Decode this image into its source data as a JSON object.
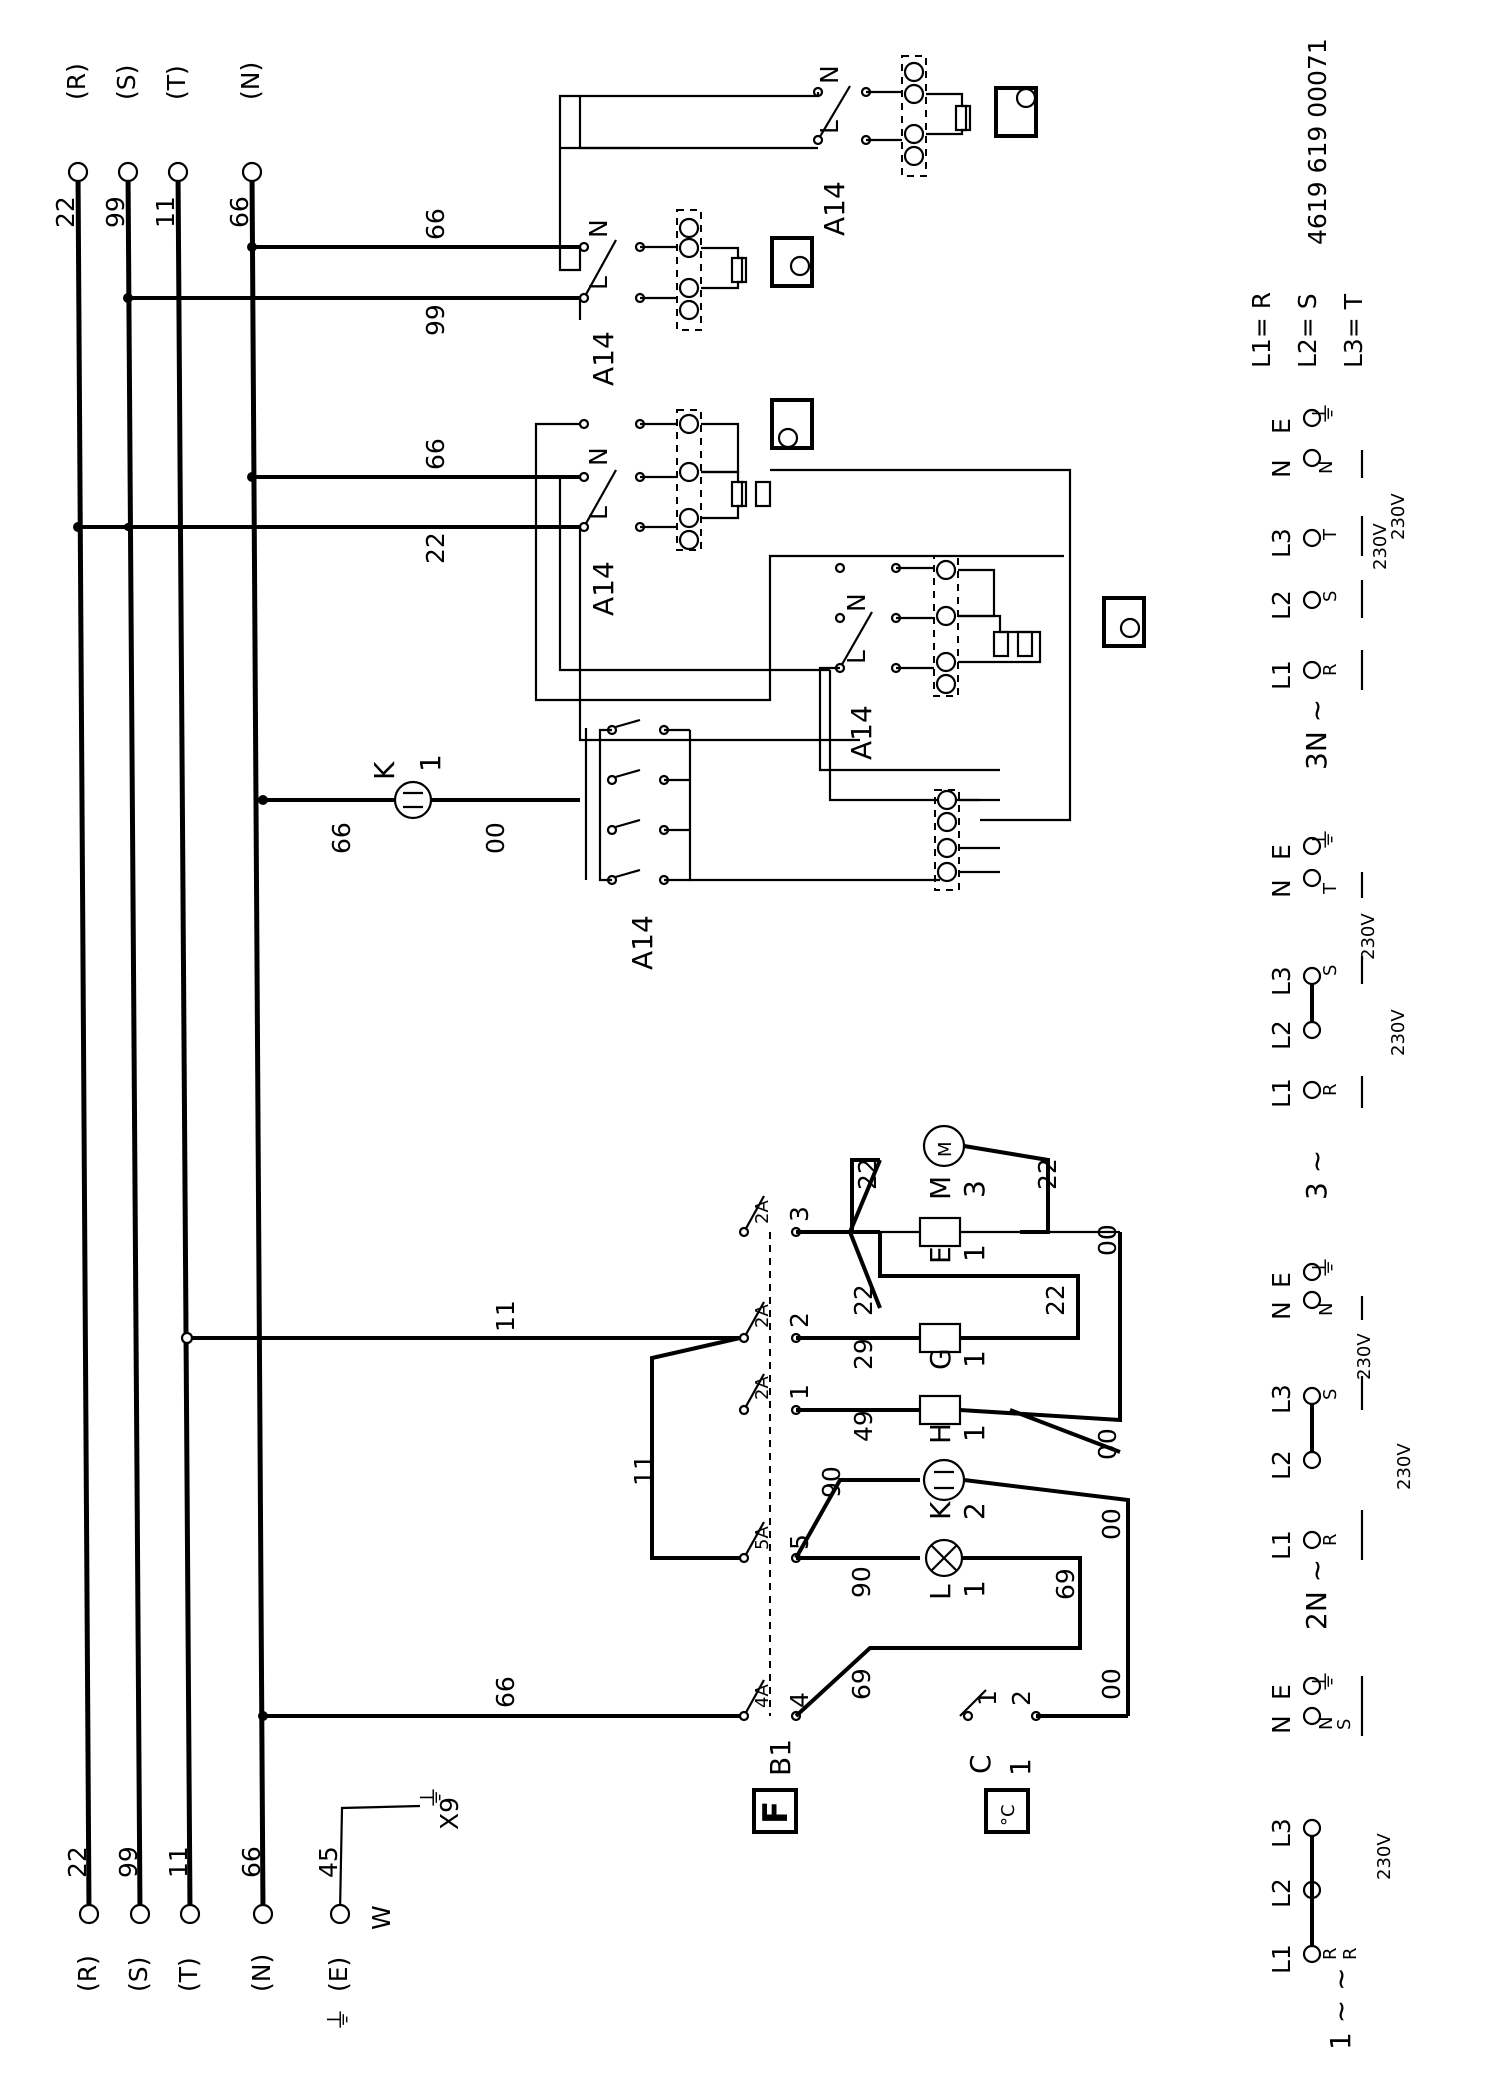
{
  "doc_number": "4619 619 00071",
  "bus_top": [
    "(R)",
    "(S)",
    "(T)",
    "(N)"
  ],
  "bus_bottom": [
    "(R)",
    "(S)",
    "(T)",
    "(N)",
    "(E)"
  ],
  "bus_numbers": [
    "22",
    "99",
    "11",
    "66",
    "45"
  ],
  "earth_symbol": "⏚",
  "earth_bottom": "W",
  "earth_tap": "X9",
  "wire_numbers": {
    "w66_a": "66",
    "w99_a": "99",
    "w66_b": "66",
    "w22_b": "22",
    "w66_k": "66",
    "w00_k": "00",
    "w11_main": "11",
    "w11_loop": "11",
    "w66_b1": "66",
    "w90_a": "90",
    "w90_b": "90",
    "w69_a": "69",
    "w69_b": "69",
    "w49": "49",
    "w29": "29",
    "w22_g": "22",
    "w22_e": "22",
    "w22_m1": "22",
    "w22_m2": "22",
    "w00_m": "00",
    "w00_h": "00",
    "w00_k2": "00",
    "w00_c": "00"
  },
  "labels": {
    "a14_1": "A14",
    "a14_2": "A14",
    "a14_3": "A14",
    "a14_4": "A14",
    "a14_5": "A14",
    "n": "N",
    "l": "L",
    "k1_letter": "K",
    "k1_num": "1",
    "k2_letter": "K",
    "k2_num": "2",
    "m3_letter": "M",
    "m3_num": "3",
    "m_symbol": "M",
    "e1_letter": "E",
    "e1_num": "1",
    "g1_letter": "G",
    "g1_num": "1",
    "h1_letter": "H",
    "h1_num": "1",
    "l1_letter": "L",
    "l1_num": "1",
    "b1": "B1",
    "c1_letter": "C",
    "c1_num": "1",
    "sw_2a": "2A",
    "sw_5a": "5A",
    "sw_4a": "4A",
    "sw_n1": "1",
    "sw_n2": "2",
    "sw_n3": "3",
    "sw_n4": "4",
    "sw_n5": "5",
    "c_n1": "1",
    "c_n2": "2",
    "f_box": "F",
    "c_box": "°C",
    "t1": "1",
    "t2": "2",
    "t3": "3",
    "t4": "4"
  },
  "bottom_block": {
    "l1": "L1",
    "l2": "L2",
    "l3": "L3",
    "n": "N",
    "e": "E",
    "r": "R",
    "s": "S",
    "t": "T",
    "v230": "230V",
    "cfg_1n": "1 ~ ~",
    "cfg_2n": "2N ~",
    "cfg_3": "3 ~",
    "cfg_3n": "3N ~",
    "map_l1": "L1= R",
    "map_l2": "L2= S",
    "map_l3": "L3= T"
  }
}
